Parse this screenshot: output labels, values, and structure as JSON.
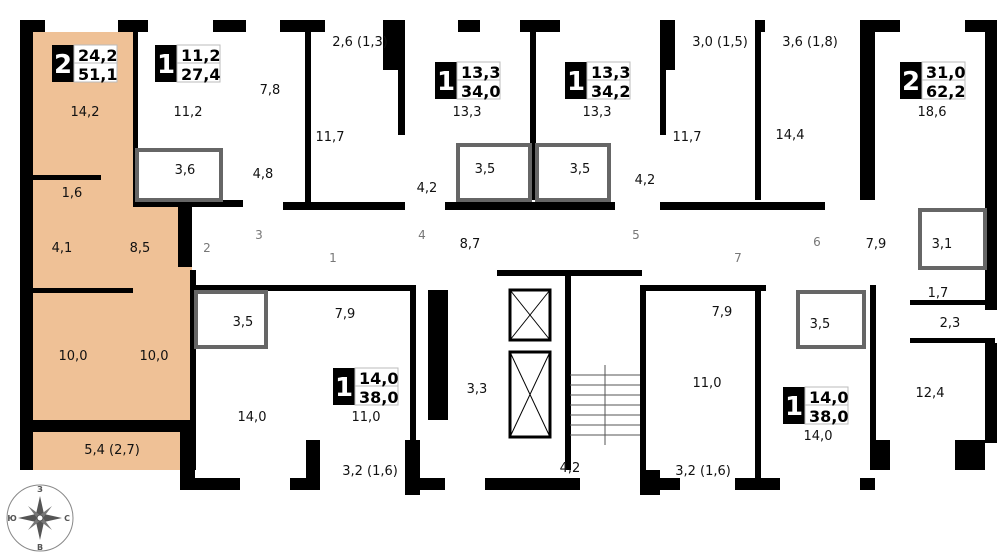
{
  "colors": {
    "highlight": "#efc196",
    "wall": "#000000",
    "fixture": "#666666"
  },
  "apartments": [
    {
      "rooms": "2",
      "living": "24,2",
      "total": "51,1",
      "highlighted": true
    },
    {
      "rooms": "1",
      "living": "11,2",
      "total": "27,4"
    },
    {
      "rooms": "1",
      "living": "13,3",
      "total": "34,0"
    },
    {
      "rooms": "1",
      "living": "13,3",
      "total": "34,2"
    },
    {
      "rooms": "2",
      "living": "31,0",
      "total": "62,2"
    },
    {
      "rooms": "1",
      "living": "14,0",
      "total": "38,0"
    },
    {
      "rooms": "1",
      "living": "14,0",
      "total": "38,0"
    }
  ],
  "rooms": [
    "14,2",
    "11,2",
    "7,8",
    "2,6 (1,3)",
    "11,7",
    "3,6",
    "4,8",
    "1,6",
    "4,1",
    "8,5",
    "8,7",
    "13,3",
    "3,5",
    "4,2",
    "13,3",
    "3,5",
    "4,2",
    "3,0 (1,5)",
    "3,6 (1,8)",
    "11,7",
    "14,4",
    "18,6",
    "7,9",
    "3,1",
    "1,7",
    "2,3",
    "12,4",
    "3,5",
    "7,9",
    "10,0",
    "10,0",
    "14,0",
    "11,0",
    "3,3",
    "5,4 (2,7)",
    "3,2 (1,6)",
    "4,2",
    "7,9",
    "3,5",
    "11,0",
    "14,0",
    "3,2 (1,6)"
  ],
  "doors": [
    "1",
    "2",
    "3",
    "4",
    "5",
    "6",
    "7"
  ],
  "compass": {
    "north": "З",
    "east": "С",
    "south": "В",
    "west": "Ю"
  }
}
